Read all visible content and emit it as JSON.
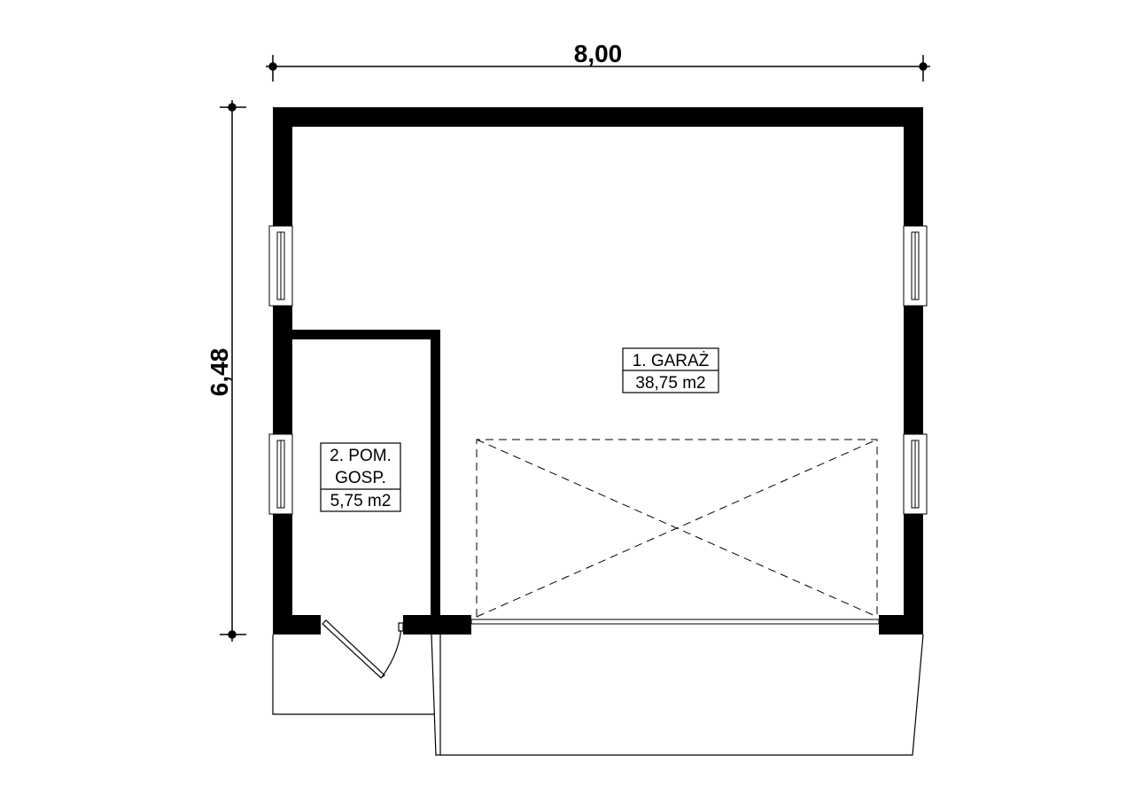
{
  "dimensions": {
    "width": "8,00",
    "height": "6,48"
  },
  "rooms": [
    {
      "name": "1. GARAŻ",
      "area": "38,75 m2"
    },
    {
      "name_line1": "2. POM.",
      "name_line2": "GOSP.",
      "area": "5,75 m2"
    }
  ]
}
